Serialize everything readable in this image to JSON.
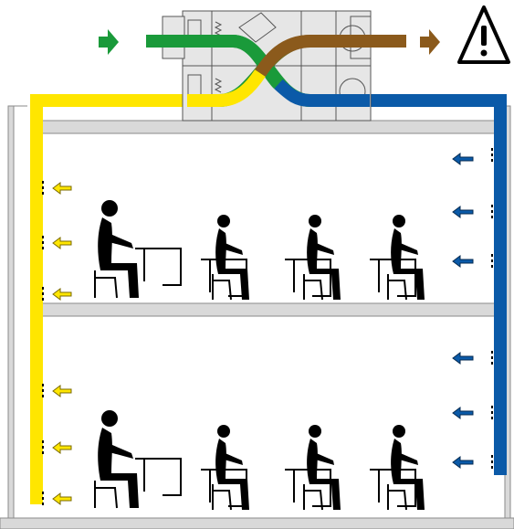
{
  "diagram": {
    "kind": "ventilation-heat-recovery",
    "colors": {
      "outdoor_air": "#1a9a3a",
      "supply_air": "#ffe600",
      "extract_air": "#0b5aa8",
      "exhaust_air": "#8b5a1c",
      "wall": "#9a9a9a",
      "wall_fill": "#d9d9d9",
      "person": "#000000",
      "unit_body": "#e6e6e6"
    },
    "floors": [
      {
        "name": "upper-floor",
        "desks": [
          {
            "person": "large"
          },
          {
            "person": "small"
          },
          {
            "person": "small"
          },
          {
            "person": "small"
          }
        ]
      },
      {
        "name": "lower-floor",
        "desks": [
          {
            "person": "large"
          },
          {
            "person": "small"
          },
          {
            "person": "small"
          },
          {
            "person": "small"
          }
        ]
      }
    ],
    "icons": {
      "warning": "warning-triangle-icon",
      "inlet": "green-arrow-icon",
      "outlet": "brown-arrow-icon"
    }
  }
}
